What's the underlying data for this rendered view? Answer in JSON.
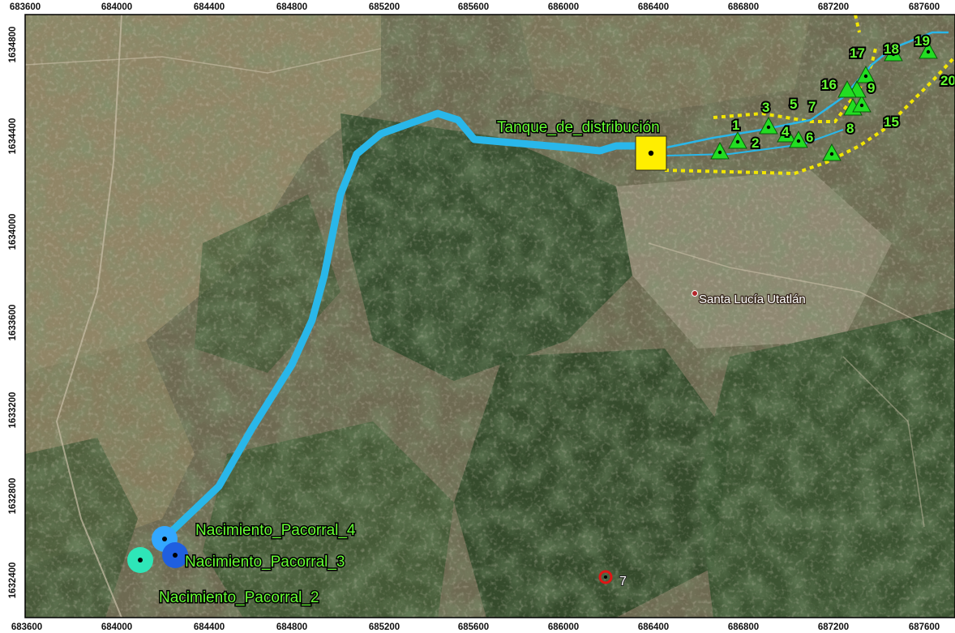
{
  "map": {
    "x_ticks_top": [
      "683600",
      "684000",
      "684400",
      "684800",
      "685200",
      "685600",
      "686000",
      "686400",
      "686800",
      "687200",
      "687600"
    ],
    "x_ticks_bottom": [
      "683600",
      "684000",
      "684400",
      "684800",
      "685200",
      "685600",
      "686000",
      "686400",
      "686800",
      "687200",
      "687600"
    ],
    "y_ticks": [
      "1634800",
      "1634400",
      "1634000",
      "1633600",
      "1633200",
      "1632800",
      "1632400"
    ],
    "tank_label": "Tanque_de_distribución",
    "town_label": "Santa Lucía Utatlán",
    "springs": [
      {
        "label": "Nacimiento_Pacorral_4",
        "color": "#33a7ff"
      },
      {
        "label": "Nacimiento_Pacorral_3",
        "color": "#1f5fe0"
      },
      {
        "label": "Nacimiento_Pacorral_2",
        "color": "#2ee6b8"
      }
    ],
    "node_numbers": [
      "1",
      "2",
      "3",
      "4",
      "5",
      "6",
      "7",
      "8",
      "9",
      "15",
      "16",
      "17",
      "18",
      "19",
      "20"
    ],
    "red_marker_label": "7",
    "colors": {
      "pipeline": "#29b7ea",
      "tank": "#ffee00",
      "nodes": "#22dd22",
      "boundary": "#f2e600",
      "labels": "#66ff33"
    }
  }
}
